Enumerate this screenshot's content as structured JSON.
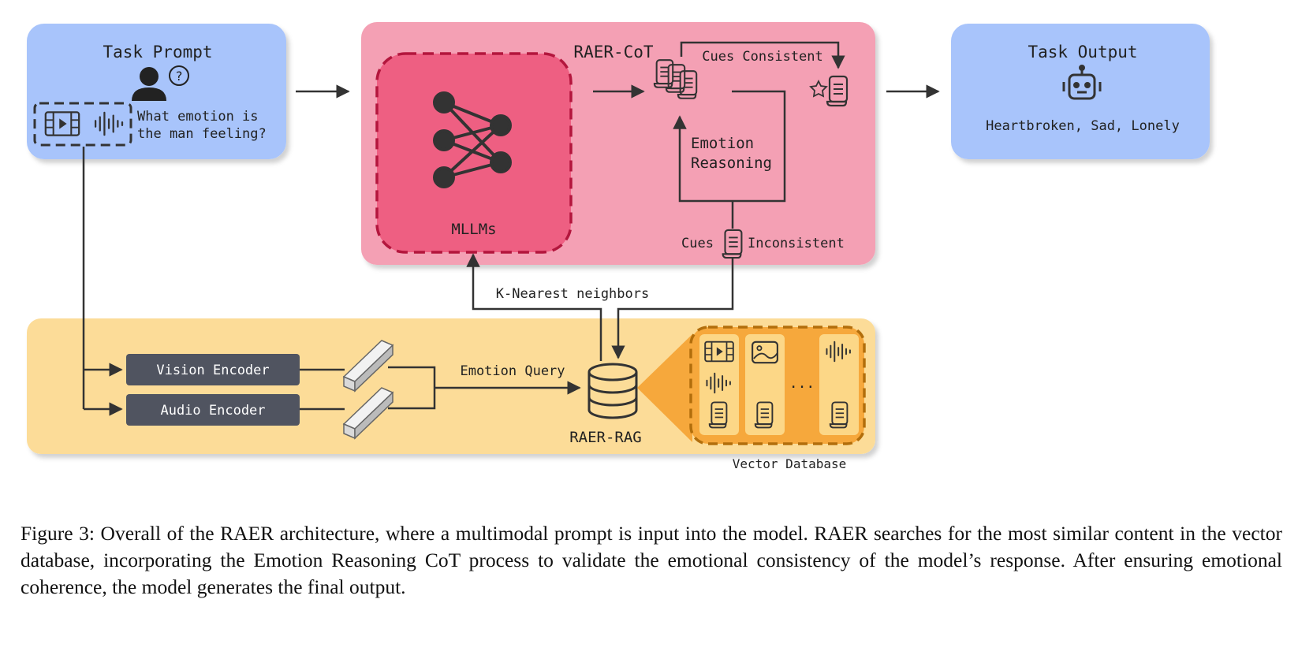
{
  "colors": {
    "prompt_panel": "#a8c4fb",
    "cot_panel": "#f4a0b4",
    "mllm_box": "#ee5f82",
    "mllm_border": "#b3163d",
    "rag_panel": "#fcdc98",
    "vector_db": "#f6a83c",
    "vector_db_border": "#b26e0c",
    "encoder": "#505460",
    "line": "#333333"
  },
  "task_prompt": {
    "title": "Task Prompt",
    "question_line1": "What emotion is",
    "question_line2": "the man feeling?"
  },
  "raer_cot": {
    "title": "RAER-CoT",
    "mllms_label": "MLLMs",
    "cues_consistent": "Cues Consistent",
    "emotion_reasoning_line1": "Emotion",
    "emotion_reasoning_line2": "Reasoning",
    "cues": "Cues",
    "inconsistent": "Inconsistent"
  },
  "task_output": {
    "title": "Task Output",
    "result": "Heartbroken, Sad, Lonely"
  },
  "retrieval": {
    "knn_label": "K-Nearest neighbors",
    "emotion_query": "Emotion Query",
    "rag_label": "RAER-RAG",
    "vector_db_label": "Vector Database",
    "ellipsis": "..."
  },
  "encoders": {
    "vision": "Vision Encoder",
    "audio": "Audio Encoder"
  },
  "caption": "Figure 3: Overall of the RAER architecture, where a multimodal prompt is input into the model. RAER searches for the most similar content in the vector database, incorporating the Emotion Reasoning CoT process to validate the emotional consistency of the model’s response. After ensuring emotional coherence, the model generates the final output."
}
